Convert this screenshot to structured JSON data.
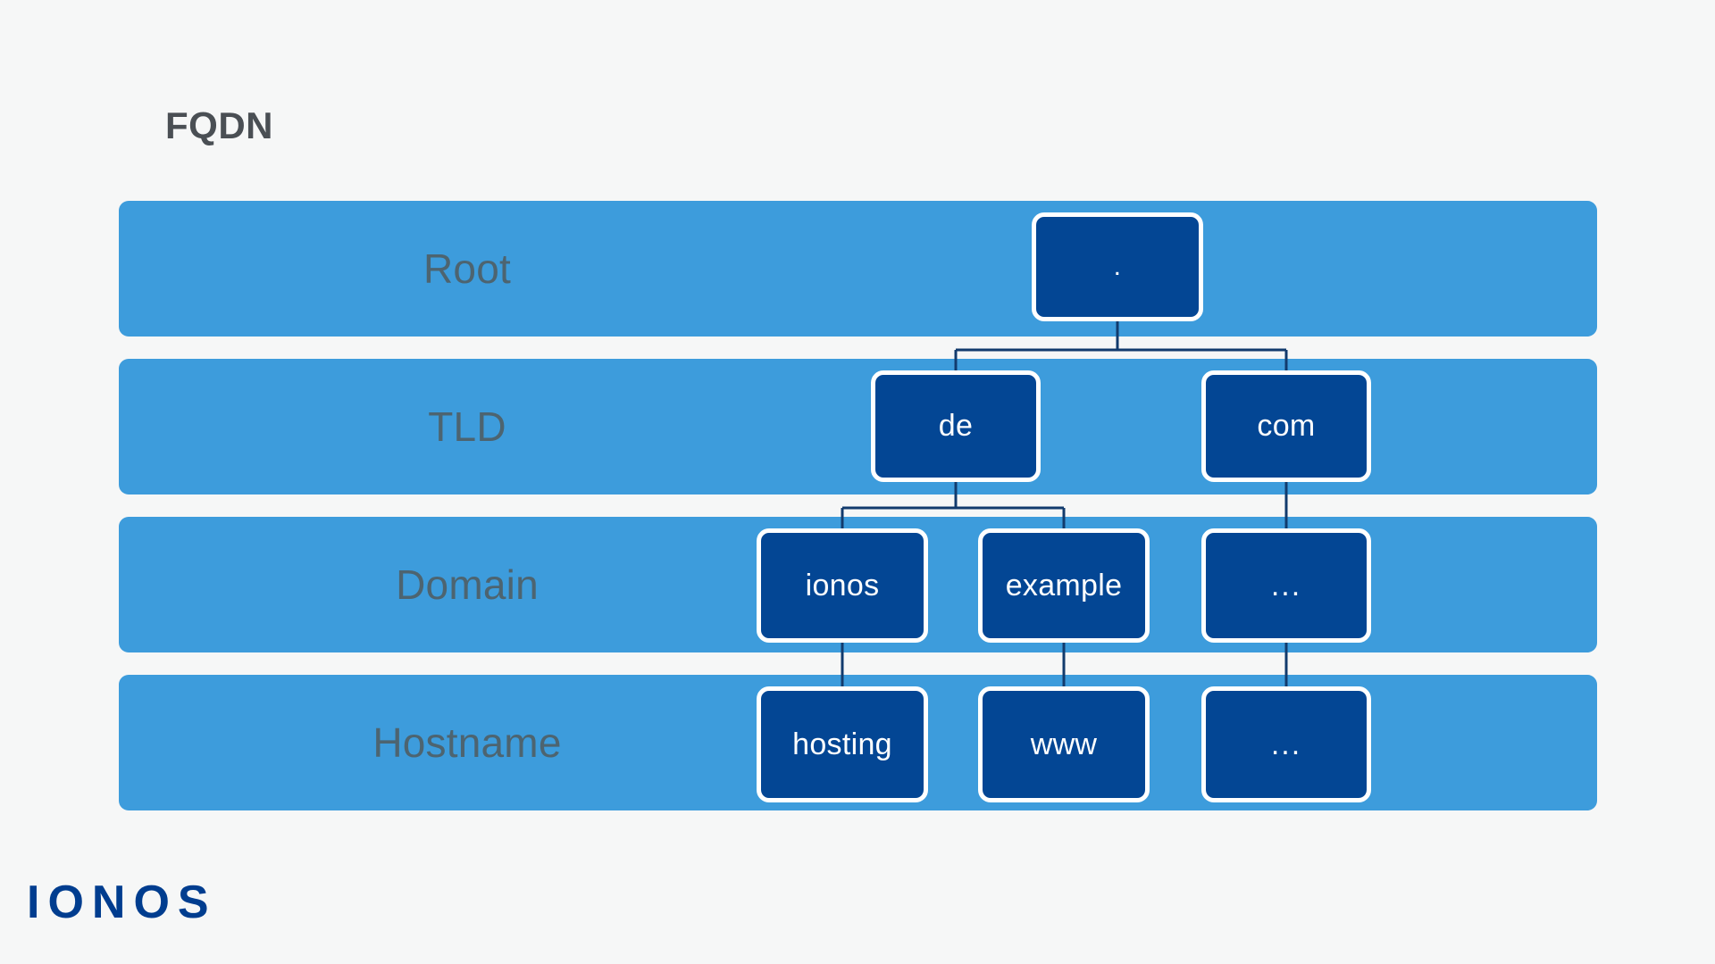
{
  "title": "FQDN",
  "brand": {
    "logo_text": "IONOS",
    "logo_color": "#003d8f"
  },
  "colors": {
    "background": "#f6f7f7",
    "row_bar": "#3d9cdc",
    "node_fill": "#034694",
    "node_border": "#ffffff",
    "connector": "#123b6d",
    "row_label_text": "#4d6470",
    "title_text": "#4a4f54",
    "node_text": "#ffffff"
  },
  "rows": [
    {
      "label": "Root"
    },
    {
      "label": "TLD"
    },
    {
      "label": "Domain"
    },
    {
      "label": "Hostname"
    }
  ],
  "nodes": {
    "root": ".",
    "tld_de": "de",
    "tld_com": "com",
    "domain_ionos": "ionos",
    "domain_example": "example",
    "domain_more": "...",
    "hostname_hosting": "hosting",
    "hostname_www": "www",
    "hostname_more": "..."
  },
  "chart_data": {
    "type": "tree",
    "title": "FQDN",
    "levels": [
      "Root",
      "TLD",
      "Domain",
      "Hostname"
    ],
    "tree": {
      "name": ".",
      "level": "Root",
      "children": [
        {
          "name": "de",
          "level": "TLD",
          "children": [
            {
              "name": "ionos",
              "level": "Domain",
              "children": [
                {
                  "name": "hosting",
                  "level": "Hostname"
                }
              ]
            },
            {
              "name": "example",
              "level": "Domain",
              "children": [
                {
                  "name": "www",
                  "level": "Hostname"
                }
              ]
            }
          ]
        },
        {
          "name": "com",
          "level": "TLD",
          "children": [
            {
              "name": "...",
              "level": "Domain",
              "children": [
                {
                  "name": "...",
                  "level": "Hostname"
                }
              ]
            }
          ]
        }
      ]
    }
  }
}
